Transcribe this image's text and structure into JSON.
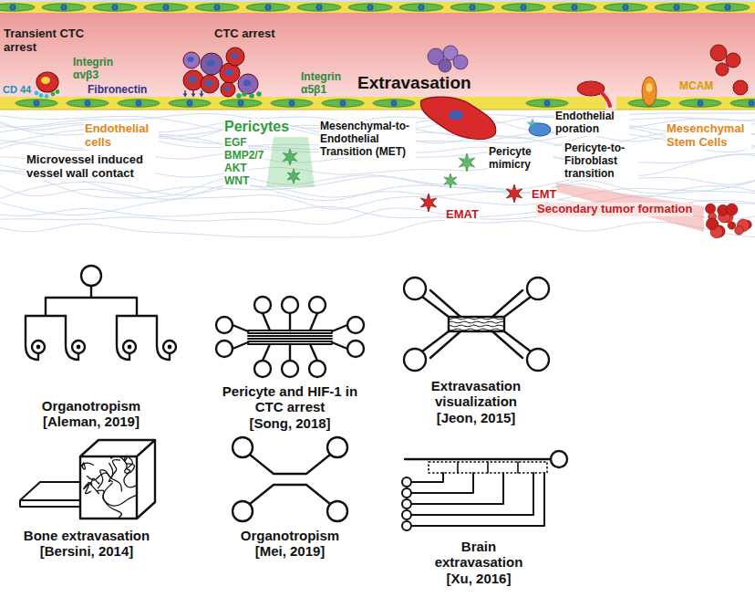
{
  "diagram": {
    "labels": [
      "Transient CTC arrest",
      "CTC arrest",
      "Integrin αvβ3",
      "CD 44",
      "Fibronectin",
      "Integrin α5β1",
      "Extravasation",
      "Endothelial cells",
      "Microvessel induced vessel wall contact",
      "Pericytes",
      "EGF",
      "BMP2/7",
      "AKT",
      "WNT",
      "Mesenchymal-to-Endothelial Transition (MET)",
      "Pericyte mimicry",
      "EMT",
      "EMAT",
      "Endothelial poration",
      "Pericyte-to-Fibroblast transition",
      "MCAM",
      "Mesenchymal Stem Cells",
      "Secondary tumor formation",
      "Organotropism",
      "[Aleman, 2019]",
      "Pericyte and HIF-1 in CTC arrest",
      "[Song, 2018]",
      "Extravasation visualization",
      "[Jeon, 2015]",
      "Bone extravasation",
      "[Bersini, 2014]",
      "Organotropism",
      "[Mei, 2019]",
      "Brain extravasation",
      "[Xu, 2016]"
    ]
  }
}
